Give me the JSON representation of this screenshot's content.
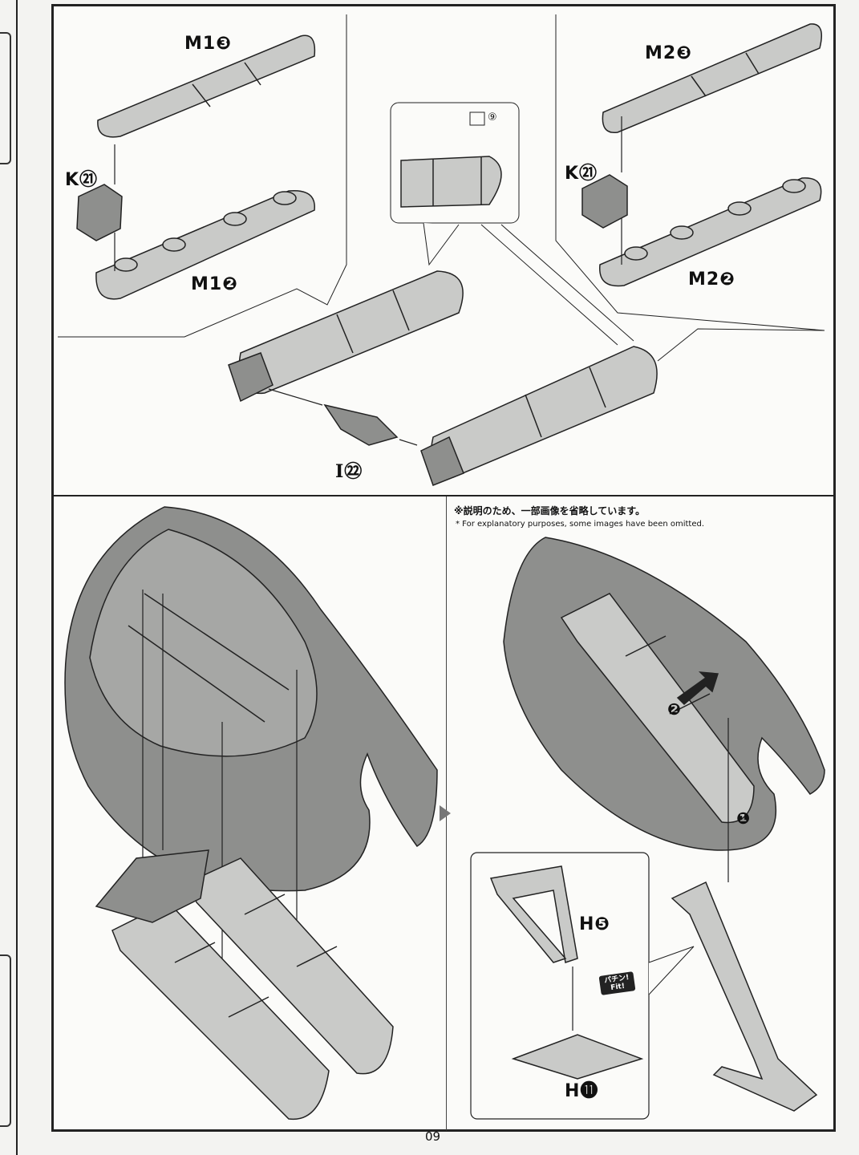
{
  "labels": {
    "m1_3": "M1❸",
    "k_21_left": "K㉑",
    "m1_2": "M1❷",
    "nine": "⑨",
    "m2_3": "M2❸",
    "k_21_right": "K㉑",
    "m2_2": "M2❷",
    "i_22": "I㉒",
    "h_5": "H❺",
    "h_11": "H⓫"
  },
  "callouts": {
    "step_1": "❶",
    "step_2": "❷",
    "fit_jp": "パチン!",
    "fit_en": "Fit!"
  },
  "notes": {
    "japanese": "※説明のため、一部画像を省略しています。",
    "english": "* For explanatory purposes, some images have been omitted."
  },
  "page_number": "09",
  "colors": {
    "part_fill": "#c9cac8",
    "part_dark": "#8e8f8d",
    "outline": "#222222",
    "page_bg": "#fbfbf9"
  }
}
